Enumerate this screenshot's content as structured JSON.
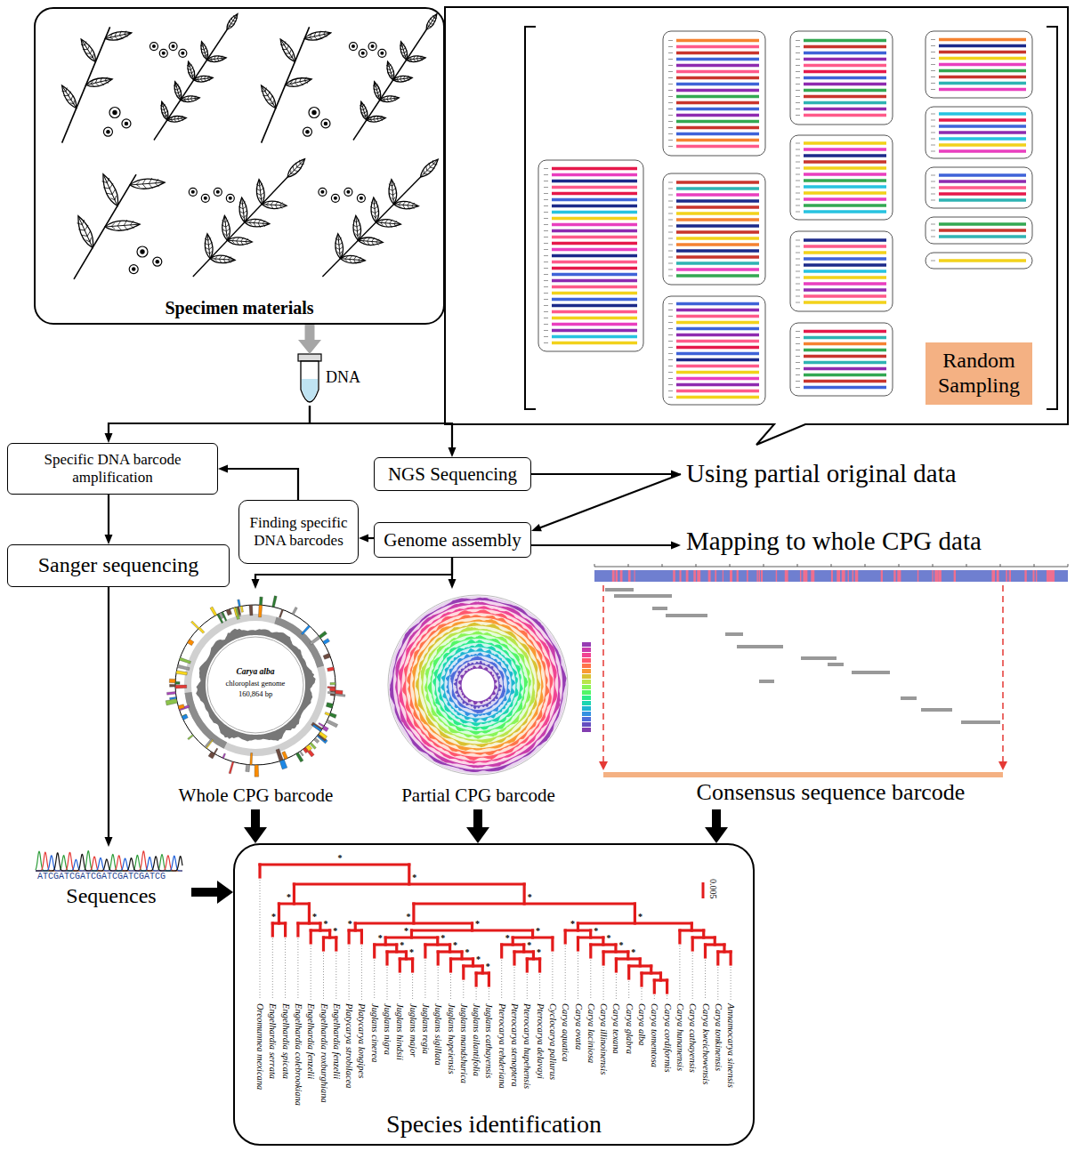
{
  "diagram": {
    "nodes": [
      {
        "text": [
          "Specimen materials"
        ]
      },
      {
        "text": [
          "Random Sampling"
        ]
      },
      {
        "text": [
          "DNA"
        ]
      },
      {
        "text": [
          "Specific DNA barcode amplification"
        ]
      },
      {
        "text": [
          "NGS Sequencing"
        ]
      },
      {
        "text": [
          "Using partial original data"
        ]
      },
      {
        "text": [
          "Finding specific DNA barcodes"
        ]
      },
      {
        "text": [
          "Genome assembly"
        ]
      },
      {
        "text": [
          "Mapping to whole CPG data"
        ]
      },
      {
        "text": [
          "Sanger sequencing"
        ]
      },
      {
        "text": [
          "Whole CPG barcode"
        ]
      },
      {
        "text": [
          "Partial CPG barcode"
        ]
      },
      {
        "text": [
          "Consensus sequence barcode"
        ]
      },
      {
        "text": [
          "Sequences"
        ]
      },
      {
        "text": [
          "Species identification"
        ]
      }
    ],
    "edges": [
      {
        "from": 0,
        "to": 2,
        "arrow": "to"
      },
      {
        "from": 2,
        "to": 3,
        "arrow": "to"
      },
      {
        "from": 2,
        "to": 4,
        "arrow": "to"
      },
      {
        "from": 3,
        "to": 9,
        "arrow": "to"
      },
      {
        "from": 4,
        "to": 5,
        "arrow": "to"
      },
      {
        "from": 5,
        "to": 7,
        "arrow": "to"
      },
      {
        "from": 7,
        "to": 8,
        "arrow": "to"
      },
      {
        "from": 7,
        "to": 6,
        "arrow": "to"
      },
      {
        "from": 6,
        "to": 3,
        "arrow": "to"
      },
      {
        "from": 9,
        "to": 13,
        "arrow": "to"
      },
      {
        "from": 7,
        "to": 10,
        "arrow": "to"
      },
      {
        "from": 7,
        "to": 11,
        "arrow": "to"
      },
      {
        "from": 10,
        "to": 14,
        "arrow": "to"
      },
      {
        "from": 11,
        "to": 14,
        "arrow": "to"
      },
      {
        "from": 12,
        "to": 14,
        "arrow": "to"
      },
      {
        "from": 13,
        "to": 14,
        "arrow": "to"
      }
    ],
    "labels": [
      "Carya alba",
      "chloroplast genome",
      "160,864 bp",
      "ATCGATCGATCGATCGATCGATCG",
      "0.005",
      "Oreomunnea mexicana",
      "Engelhardia serrata",
      "Engelhardia spicata",
      "Engelhardia colebrookiana",
      "Engelhardia fenzelii",
      "Engelhardia roxburghiana",
      "Engelhardia fenzelii",
      "Platycarya strobilacea",
      "Platycarya longipes",
      "Juglans cinerea",
      "Juglans nigra",
      "Juglans hindsii",
      "Juglans major",
      "Juglans regia",
      "Juglans sigillata",
      "Juglans hopeiensis",
      "Juglans mandshurica",
      "Juglans ailantifolia",
      "Juglans cathayensis",
      "Pterocarya rehderiana",
      "Pterocarya stenoptera",
      "Pterocarya hupehensis",
      "Pterocarya delavayi",
      "Cyclocarya paliurus",
      "Carya aquatica",
      "Carya ovata",
      "Carya laciniosa",
      "Carya illinoinensis",
      "Carya texana",
      "Carya glabra",
      "Carya alba",
      "Carya tomentosa",
      "Carya cordiformis",
      "Carya hunanensis",
      "Carya cathayensis",
      "Carya kweichowensis",
      "Carya tonkinensis",
      "Annamocarya sinensis",
      "*",
      "*",
      "*",
      "*",
      "*",
      "*",
      "*",
      "*",
      "*",
      "*",
      "*",
      "*",
      "*",
      "*",
      "*",
      "*",
      "*",
      "*",
      "*",
      "*",
      "*",
      "*",
      "*",
      "*",
      "*",
      "*",
      "*",
      "*",
      "*",
      "*"
    ]
  }
}
